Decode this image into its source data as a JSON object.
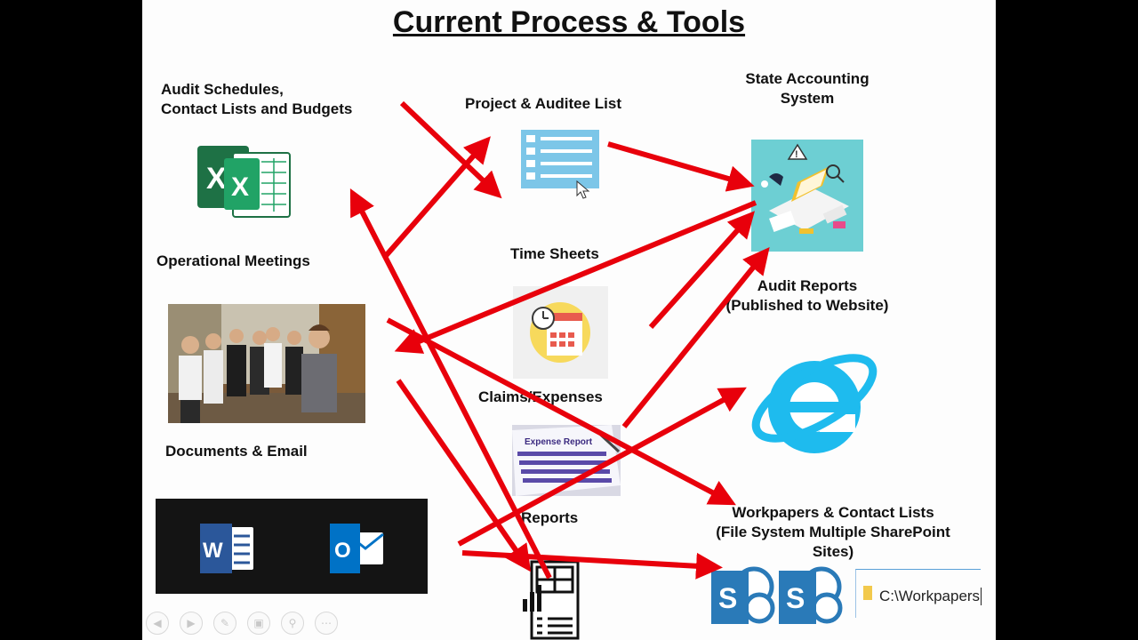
{
  "slide": {
    "title": "Current Process & Tools",
    "labels": {
      "audit_schedules_1": "Audit Schedules,",
      "audit_schedules_2": "Contact Lists and Budgets",
      "project_list": "Project & Auditee List",
      "state_accounting_1": "State Accounting",
      "state_accounting_2": "System",
      "operational_meetings": "Operational Meetings",
      "time_sheets": "Time Sheets",
      "audit_reports_1": "Audit Reports",
      "audit_reports_2": "(Published to Website)",
      "claims_expenses": "Claims/Expenses",
      "documents_email": "Documents & Email",
      "reports": "Reports",
      "workpapers_1": "Workpapers & Contact Lists",
      "workpapers_2": "(File System Multiple SharePoint",
      "workpapers_3": "Sites)"
    },
    "expense_report_title": "Expense Report",
    "file_path": "C:\\Workpapers",
    "arrow_color": "#e8000b",
    "icons": [
      "excel-icon",
      "list-icon",
      "accounting-system-icon",
      "meeting-photo",
      "timesheet-icon",
      "internet-explorer-icon",
      "expense-report-image",
      "word-icon",
      "outlook-icon",
      "report-document-icon",
      "sharepoint-icon",
      "folder-icon"
    ]
  }
}
